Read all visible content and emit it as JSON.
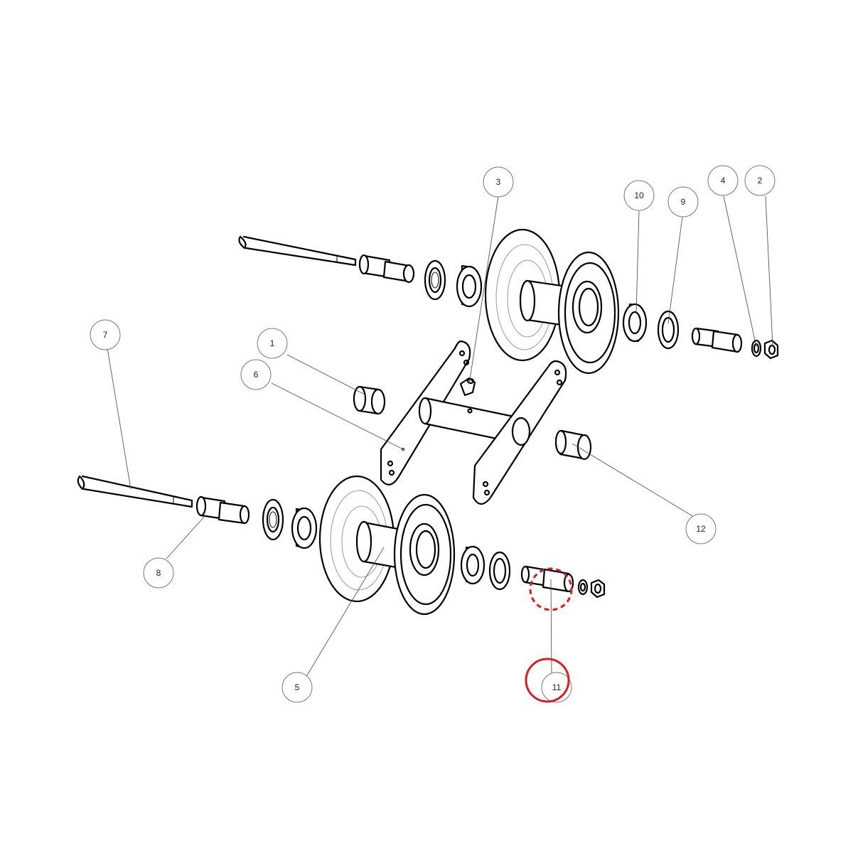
{
  "diagram": {
    "callouts": [
      {
        "id": "1",
        "text": "1"
      },
      {
        "id": "2",
        "text": "2"
      },
      {
        "id": "3",
        "text": "3"
      },
      {
        "id": "4",
        "text": "4"
      },
      {
        "id": "5",
        "text": "5"
      },
      {
        "id": "6",
        "text": "6"
      },
      {
        "id": "7",
        "text": "7"
      },
      {
        "id": "8",
        "text": "8"
      },
      {
        "id": "9",
        "text": "9"
      },
      {
        "id": "10",
        "text": "10"
      },
      {
        "id": "11",
        "text": "11"
      },
      {
        "id": "12",
        "text": "12"
      }
    ],
    "highlighted_callout": "11",
    "highlight_color": "#d42020"
  }
}
